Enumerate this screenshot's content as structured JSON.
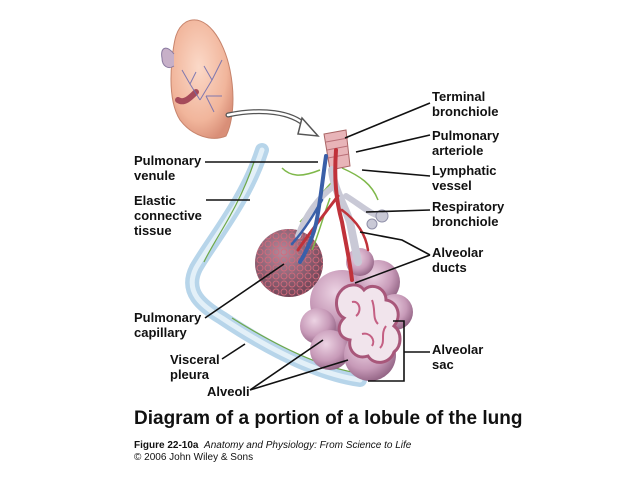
{
  "labels": {
    "terminal_bronchiole": [
      "Terminal",
      "bronchiole"
    ],
    "pulmonary_arteriole": [
      "Pulmonary",
      "arteriole"
    ],
    "lymphatic_vessel": [
      "Lymphatic",
      "vessel"
    ],
    "respiratory_bronchiole": [
      "Respiratory",
      "bronchiole"
    ],
    "alveolar_ducts": [
      "Alveolar",
      "ducts"
    ],
    "alveolar_sac": [
      "Alveolar",
      "sac"
    ],
    "pulmonary_venule": [
      "Pulmonary",
      "venule"
    ],
    "elastic_connective_tissue": [
      "Elastic",
      "connective",
      "tissue"
    ],
    "pulmonary_capillary": [
      "Pulmonary",
      "capillary"
    ],
    "visceral_pleura": [
      "Visceral",
      "pleura"
    ],
    "alveoli": "Alveoli"
  },
  "title": "Diagram of a portion of a lobule of the lung",
  "credit": {
    "figure": "Figure 22-10a",
    "book": "Anatomy and Physiology: From Science to Life",
    "copyright": "© 2006 John Wiley & Sons"
  },
  "colors": {
    "lung": "#f1b59b",
    "pleura": "#b7d5ea",
    "alveolus": "#c79ab8",
    "artery": "#c0323a",
    "vein": "#3a5fa8",
    "lymphatic": "#7fb84a",
    "leader_line": "#111111"
  }
}
